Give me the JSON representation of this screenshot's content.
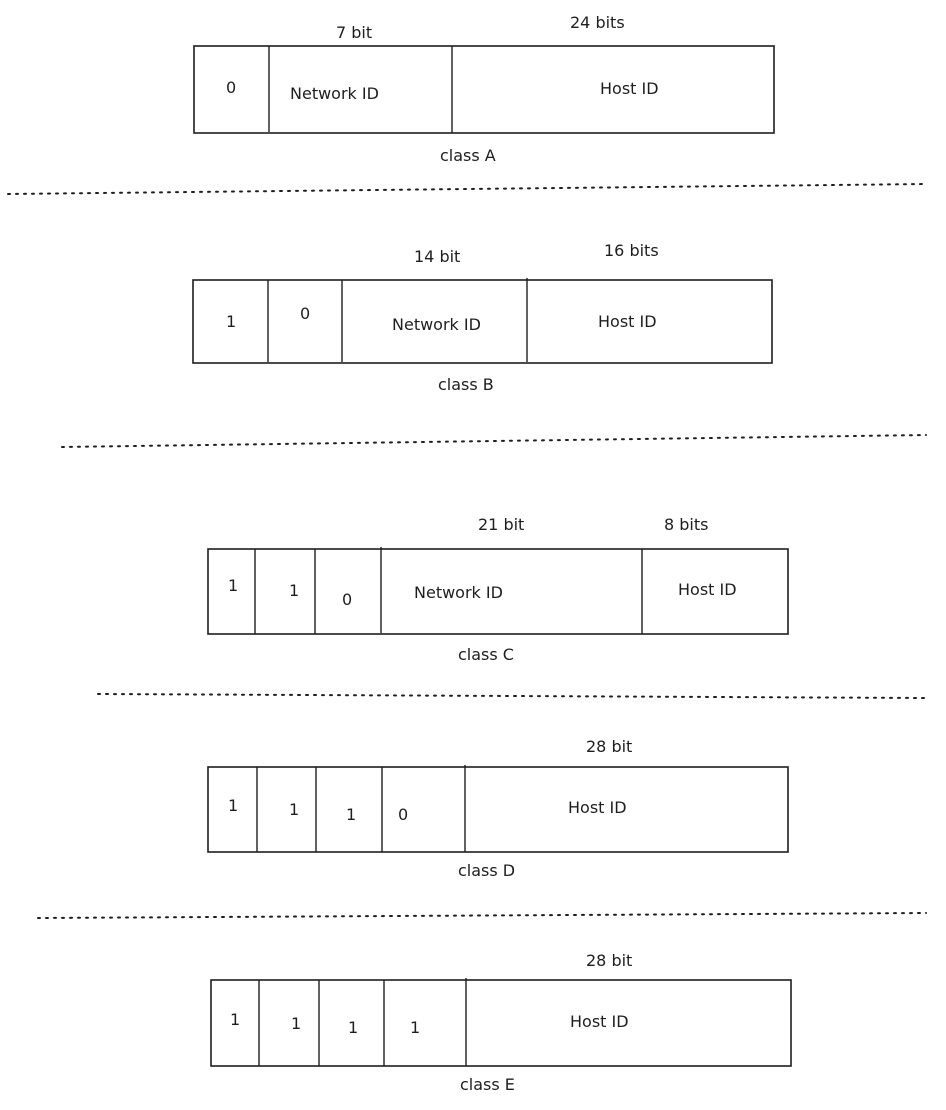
{
  "diagrams": [
    {
      "cells": [
        "0",
        "Network ID",
        "Host ID"
      ],
      "bit_labels": [
        "7 bit",
        "24 bits"
      ],
      "caption": "class A"
    },
    {
      "cells": [
        "1",
        "0",
        "Network ID",
        "Host ID"
      ],
      "bit_labels": [
        "14 bit",
        "16 bits"
      ],
      "caption": "class B"
    },
    {
      "cells": [
        "1",
        "1",
        "0",
        "Network ID",
        "Host ID"
      ],
      "bit_labels": [
        "21 bit",
        "8 bits"
      ],
      "caption": "class C"
    },
    {
      "cells": [
        "1",
        "1",
        "1",
        "0",
        "Host ID"
      ],
      "bit_labels": [
        "28 bit"
      ],
      "caption": "class D"
    },
    {
      "cells": [
        "1",
        "1",
        "1",
        "1",
        "Host ID"
      ],
      "bit_labels": [
        "28 bit"
      ],
      "caption": "class E"
    }
  ]
}
